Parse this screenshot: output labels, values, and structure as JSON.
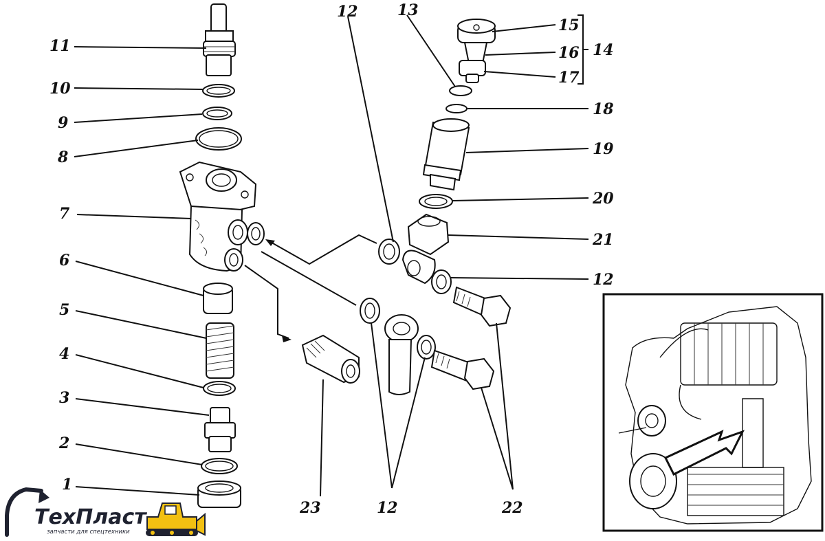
{
  "callouts": {
    "c1": "1",
    "c2": "2",
    "c3": "3",
    "c4": "4",
    "c5": "5",
    "c6": "6",
    "c7": "7",
    "c8": "8",
    "c9": "9",
    "c10": "10",
    "c11": "11",
    "c12a": "12",
    "c12b": "12",
    "c12c": "12",
    "c13": "13",
    "c14": "14",
    "c15": "15",
    "c16": "16",
    "c17": "17",
    "c18": "18",
    "c19": "19",
    "c20": "20",
    "c21": "21",
    "c22": "22",
    "c23": "23"
  },
  "logo": {
    "brand": "ТехПласт",
    "tagline": "запчасти для спецтехники",
    "accent_color": "#f2c012",
    "text_color": "#1f2230"
  },
  "icons": {
    "logo_left": "excavator-arm-icon",
    "logo_right": "bulldozer-icon",
    "inset": "engine-location-arrow"
  }
}
